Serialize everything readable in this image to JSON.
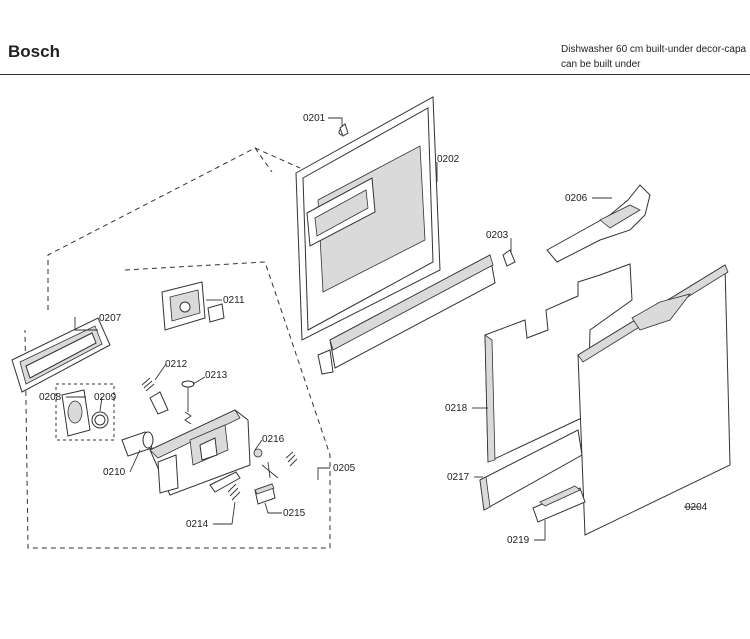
{
  "header": {
    "brand": "Bosch",
    "title_line1": "Dishwasher 60 cm built-under decor-capa",
    "title_line2": "can be built under"
  },
  "diagram": {
    "callouts": [
      {
        "id": "0201",
        "text": "0201"
      },
      {
        "id": "0202",
        "text": "0202"
      },
      {
        "id": "0203",
        "text": "0203"
      },
      {
        "id": "0204",
        "text": "0204"
      },
      {
        "id": "0205",
        "text": "0205"
      },
      {
        "id": "0206",
        "text": "0206"
      },
      {
        "id": "0207",
        "text": "0207"
      },
      {
        "id": "0208",
        "text": "0208"
      },
      {
        "id": "0209",
        "text": "0209"
      },
      {
        "id": "0210",
        "text": "0210"
      },
      {
        "id": "0211",
        "text": "0211"
      },
      {
        "id": "0212",
        "text": "0212"
      },
      {
        "id": "0213",
        "text": "0213"
      },
      {
        "id": "0214",
        "text": "0214"
      },
      {
        "id": "0215",
        "text": "0215"
      },
      {
        "id": "0216",
        "text": "0216"
      },
      {
        "id": "0217",
        "text": "0217"
      },
      {
        "id": "0218",
        "text": "0218"
      },
      {
        "id": "0219",
        "text": "0219"
      }
    ]
  },
  "colors": {
    "line": "#333333",
    "background": "#ffffff",
    "shade": "#dadada"
  }
}
